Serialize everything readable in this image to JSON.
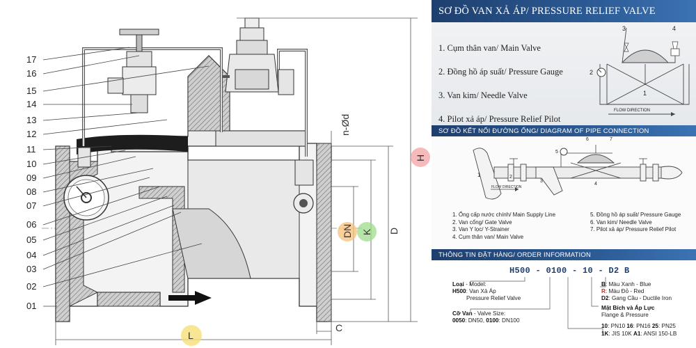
{
  "drawing": {
    "part_labels": [
      "17",
      "16",
      "15",
      "14",
      "13",
      "12",
      "11",
      "10",
      "09",
      "08",
      "07",
      "06",
      "05",
      "04",
      "03",
      "02",
      "01"
    ],
    "dim_labels": {
      "H": "H",
      "D": "D",
      "K": "K",
      "DN": "DN",
      "L": "L",
      "C": "C",
      "nod": "n-Ød"
    },
    "colors": {
      "H": "#f4a3a3",
      "DN": "#f7c07a",
      "K": "#9fdc8a",
      "L": "#f6e07a"
    }
  },
  "panel": {
    "header1": "SƠ ĐỒ VAN XẢ ÁP/ PRESSURE RELIEF VALVE",
    "legend1": [
      "1. Cụm thân van/ Main Valve",
      "2. Đồng hồ áp suất/ Pressure Gauge",
      "3. Van kim/ Needle Valve",
      "4. Pilot xả áp/ Pressure Relief Pilot"
    ],
    "schem1_labels": {
      "n1": "1",
      "n2": "2",
      "n3": "3",
      "n4": "4",
      "flow": "FLOW DIRECTION"
    },
    "header2": "SƠ ĐỒ KẾT NỐI ĐƯỜNG ỐNG/ DIAGRAM OF PIPE CONNECTION",
    "pipe_labels": {
      "n1": "1",
      "n2": "2",
      "n3": "3",
      "n4": "4",
      "n5": "5",
      "n6": "6",
      "n7": "7",
      "flow": "FLOW DIRECTION"
    },
    "legend2_left": [
      "1. Ống cấp nước chính/ Main Supply Line",
      "2. Van cổng/ Gate Valve",
      "3. Van Y lọc/ Y-Strainer",
      "4. Cụm thân van/ Main Valve"
    ],
    "legend2_right": [
      "5. Đồng hồ áp suất/ Pressure Gauge",
      "6. Van kim/ Needle Valve",
      "7. Pilot xả áp/ Pressure Relief Pilot"
    ],
    "header3": "THÔNG TIN ĐẶT HÀNG/ ORDER INFORMATION",
    "order": {
      "code": "H500 - 0100 - 10 - D2 B",
      "model_title": "Loại",
      "model_title_en": " - Model:",
      "model_code": "H500",
      "model_desc_1": ": Van Xả Áp",
      "model_desc_2": "Pressure Relief Valve",
      "size_title": "Cỡ Van",
      "size_title_en": " - Valve Size:",
      "size_1_code": "0050",
      "size_1_val": ": DN50, ",
      "size_2_code": "0100",
      "size_2_val": ": DN100",
      "color_b_code": "B",
      "color_b_val": ": Màu Xanh - Blue",
      "color_r_code": "R",
      "color_r_val": ": Màu Đỏ - Red",
      "mat_code": "D2",
      "mat_val": ": Gang Cầu - Ductile Iron",
      "flange_title": "Mặt Bích và Áp Lực",
      "flange_sub": "Flange & Pressure",
      "p1_code": "10",
      "p1_val": ": PN10 ",
      "p2_code": "16",
      "p2_val": ": PN16 ",
      "p3_code": "25",
      "p3_val": ": PN25",
      "p4_code": "1K",
      "p4_val": ": JIS 10K ",
      "p5_code": "A1",
      "p5_val": ": ANSI  150-LB"
    }
  }
}
